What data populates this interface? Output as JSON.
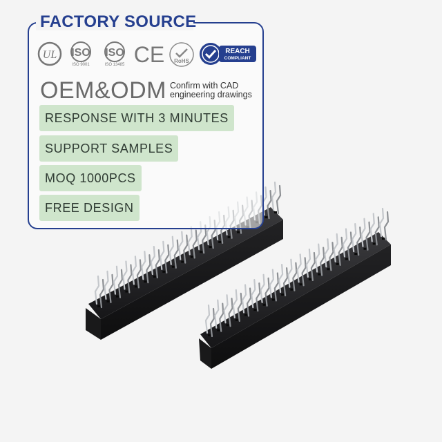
{
  "banner": {
    "title": "FACTORY SOURCE",
    "certifications": [
      {
        "icon": "ul-icon",
        "label": "UL"
      },
      {
        "icon": "iso-icon",
        "label": "ISO",
        "sub": "ISO 9001"
      },
      {
        "icon": "iso-icon",
        "label": "ISO",
        "sub": "ISO 13485"
      },
      {
        "icon": "ce-icon",
        "label": "CE"
      },
      {
        "icon": "rohs-icon",
        "label": "RoHS"
      },
      {
        "icon": "reach-icon",
        "label": "REACH",
        "sub": "COMPLIANT"
      }
    ],
    "oem_label": "OEM&ODM",
    "cad_line1": "Confirm with CAD",
    "cad_line2": "engineering drawings",
    "features": [
      "RESPONSE WITH 3 MINUTES",
      "SUPPORT  SAMPLES",
      "MOQ  1000PCS",
      "FREE DESIGN"
    ]
  },
  "colors": {
    "brand_blue": "#253f8f",
    "feature_bg": "#cfe5cc",
    "connector_body": "#1d1d1f",
    "pin_metal": "#b9bcc0"
  },
  "product": {
    "description_icon": "pin-header-connector-icon"
  }
}
